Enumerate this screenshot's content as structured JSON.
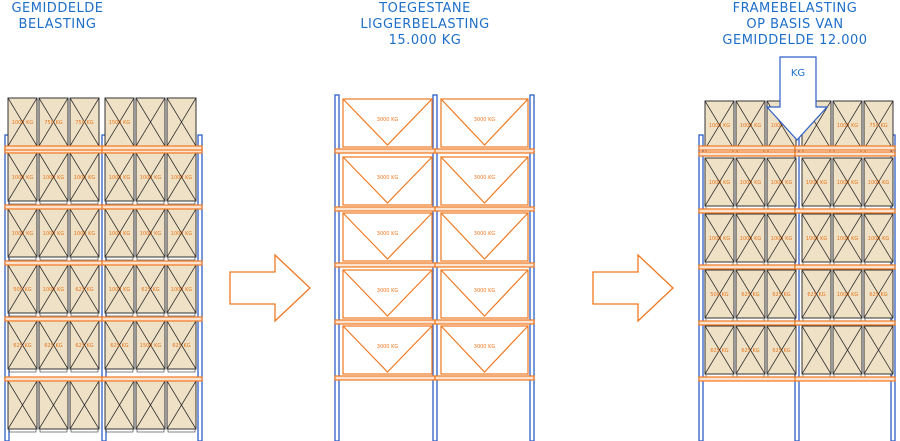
{
  "panels": [
    {
      "title": "GEMIDDELDE\nBELASTING"
    },
    {
      "title": "TOEGESTANE\nLIGGERBELASTING\n15.000 KG"
    },
    {
      "title": "FRAMEBELASTING\nOP BASIS VAN\nGEMIDDELDE 12.000"
    }
  ],
  "callout": {
    "label": "KG"
  },
  "pallet_labels": {
    "left_rows": [
      [
        "1000 KG",
        "750 KG",
        "750 KG",
        "1500 KG",
        "",
        ""
      ],
      [
        "1000 KG",
        "1000 KG",
        "1000 KG",
        "1000 KG",
        "1000 KG",
        "1000 KG"
      ],
      [
        "1000 KG",
        "1000 KG",
        "1000 KG",
        "1000 KG",
        "1000 KG",
        "1000 KG"
      ],
      [
        "500 KG",
        "1000 KG",
        "625 KG",
        "1000 KG",
        "625 KG",
        "1000 KG"
      ],
      [
        "625 KG",
        "625 KG",
        "625 KG",
        "625 KG",
        "1500 KG",
        "625 KG"
      ],
      [
        "",
        "",
        "",
        "",
        "",
        ""
      ]
    ],
    "middle_value": "3000 KG",
    "right_rows": [
      [
        "1000 KG",
        "1000 KG",
        "1000 KG",
        "",
        "1000 KG",
        "750 KG"
      ],
      [
        "1000 KG",
        "1000 KG",
        "1000 KG",
        "1000 KG",
        "1000 KG",
        "1000 KG"
      ],
      [
        "1000 KG",
        "1000 KG",
        "1000 KG",
        "1000 KG",
        "1000 KG",
        "1000 KG"
      ],
      [
        "500 KG",
        "625 KG",
        "625 KG",
        "625 KG",
        "1000 KG",
        "625 KG"
      ],
      [
        "625 KG",
        "625 KG",
        "625 KG",
        "",
        "",
        ""
      ]
    ]
  },
  "colors": {
    "upright": "#2f5fc7",
    "beam": "#f07820",
    "pallet_fill": "#efe1c6",
    "pallet_stroke": "#333333",
    "label": "#e8751a",
    "title": "#1e6fc9"
  }
}
